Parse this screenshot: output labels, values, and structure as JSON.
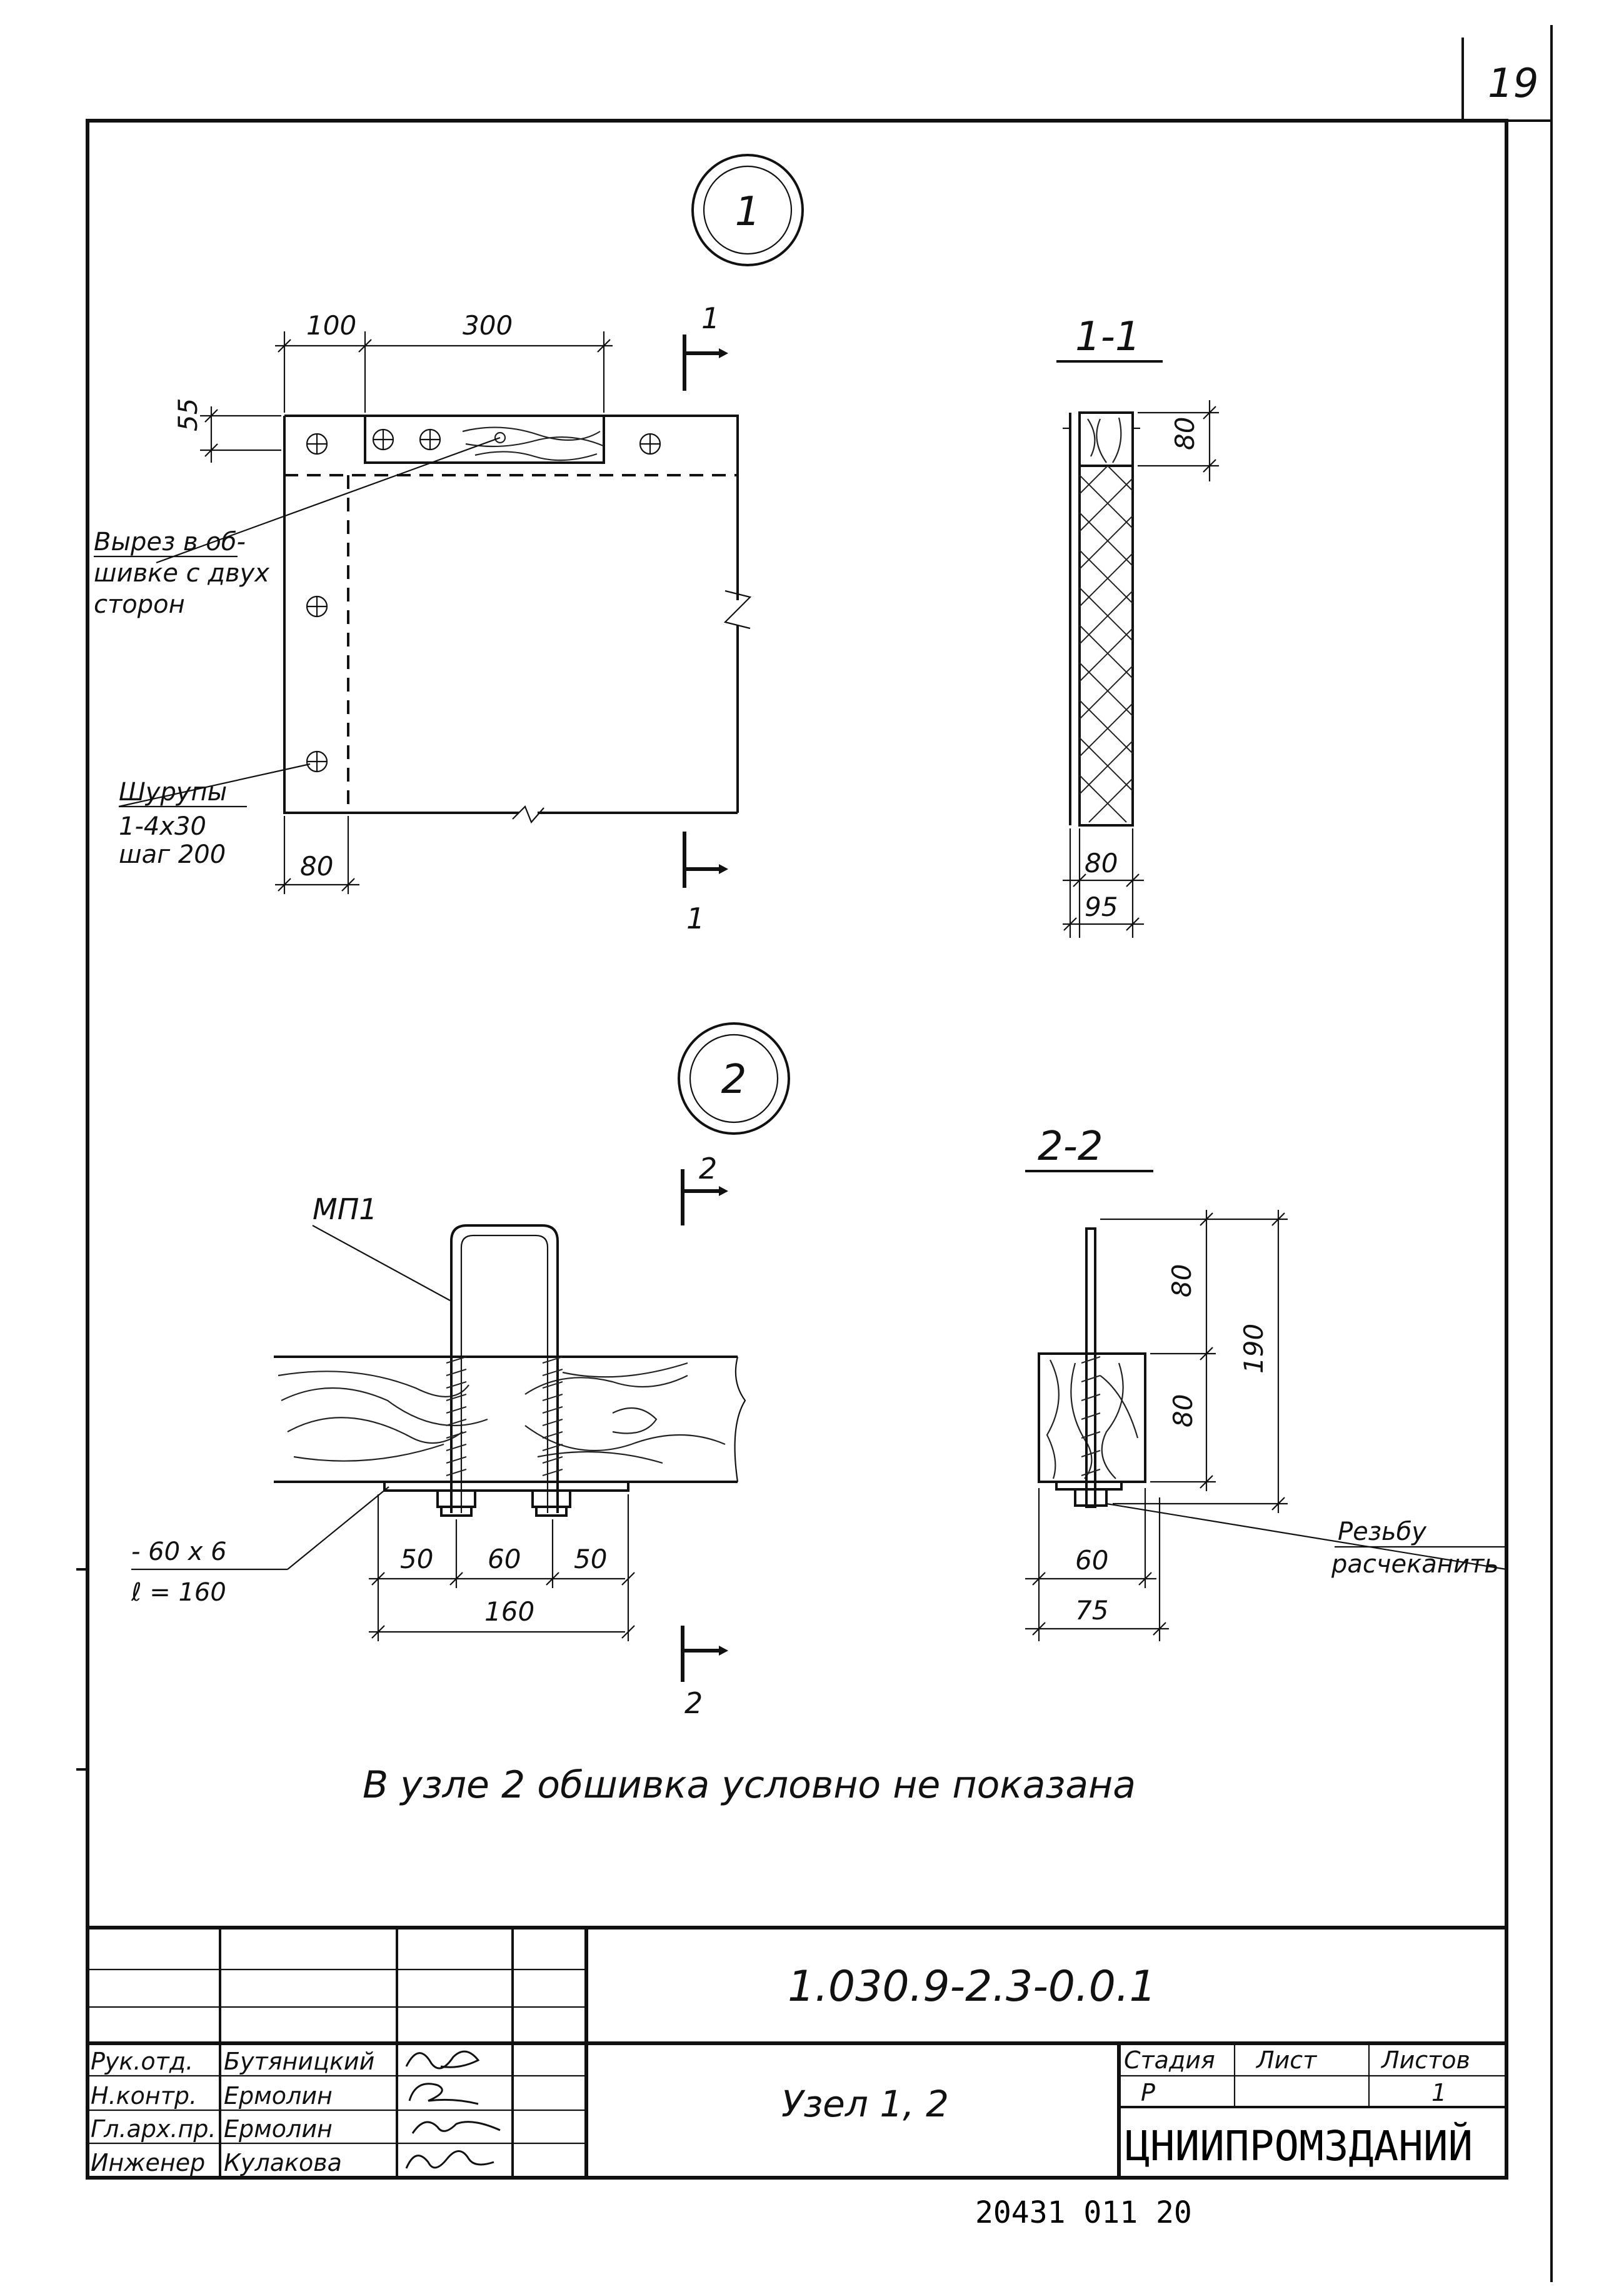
{
  "sheet": {
    "page_number": "19",
    "bottom_code": "20431 011 20"
  },
  "node1": {
    "marker": "1",
    "dims": {
      "d100": "100",
      "d300": "300",
      "d55": "55",
      "d80": "80"
    },
    "section_label": "1",
    "callout_cutout": [
      "Вырез в об-",
      "шивке с двух",
      "сторон"
    ],
    "callout_screws": [
      "Шурупы",
      "1-4х30",
      "шаг 200"
    ]
  },
  "section11": {
    "title": "1-1",
    "dims": {
      "d80_top": "80",
      "d80_bottom": "80",
      "d95": "95"
    }
  },
  "node2": {
    "marker": "2",
    "section_label": "2",
    "part_label": "МП1",
    "plate_label": [
      "- 60 х 6",
      "ℓ = 160"
    ],
    "dims": {
      "d50a": "50",
      "d60": "60",
      "d50b": "50",
      "d160": "160"
    }
  },
  "section22": {
    "title": "2-2",
    "dims": {
      "d80_upper": "80",
      "d80_lower": "80",
      "d190": "190",
      "d60": "60",
      "d75": "75"
    },
    "thread_note": [
      "Резьбу",
      "расчеканить"
    ]
  },
  "caption": "В узле 2 обшивка условно не показана",
  "title_block": {
    "doc_code": "1.030.9-2.3-0.0.1",
    "sheet_title": "Узел 1, 2",
    "headers": {
      "stage": "Стадия",
      "sheet": "Лист",
      "sheets": "Листов"
    },
    "values": {
      "stage": "Р",
      "sheet": "",
      "sheets": "1"
    },
    "organization": "ЦНИИПРОМЗДАНИЙ",
    "staff": [
      {
        "role": "Рук.отд.",
        "name": "Бутяницкий"
      },
      {
        "role": "Н.контр.",
        "name": "Ермолин"
      },
      {
        "role": "Гл.арх.пр.",
        "name": "Ермолин"
      },
      {
        "role": "Инженер",
        "name": "Кулакова"
      }
    ]
  }
}
